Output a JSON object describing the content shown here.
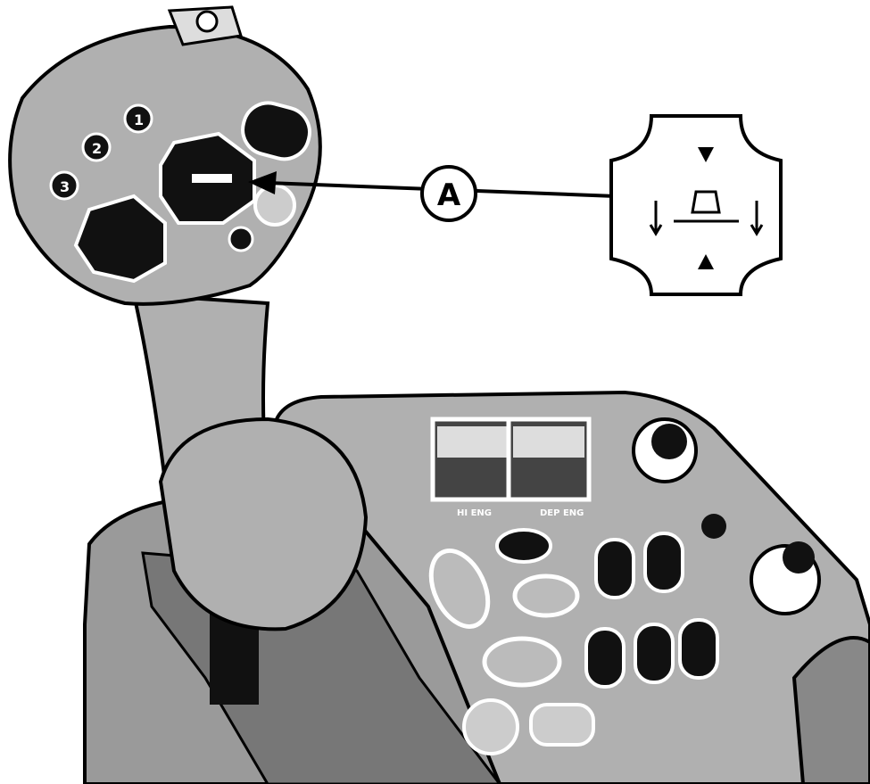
{
  "callout": {
    "label": "A",
    "target": "joystick-center-button"
  },
  "console": {
    "switch_labels": [
      "HI ENG",
      "DEP ENG"
    ]
  },
  "joystick": {
    "preset_buttons": [
      "1",
      "2",
      "3"
    ]
  },
  "colors": {
    "body_gray": "#b0b0b0",
    "dark_gray": "#7a7a7a",
    "outline": "#000000",
    "highlight": "#ffffff"
  }
}
